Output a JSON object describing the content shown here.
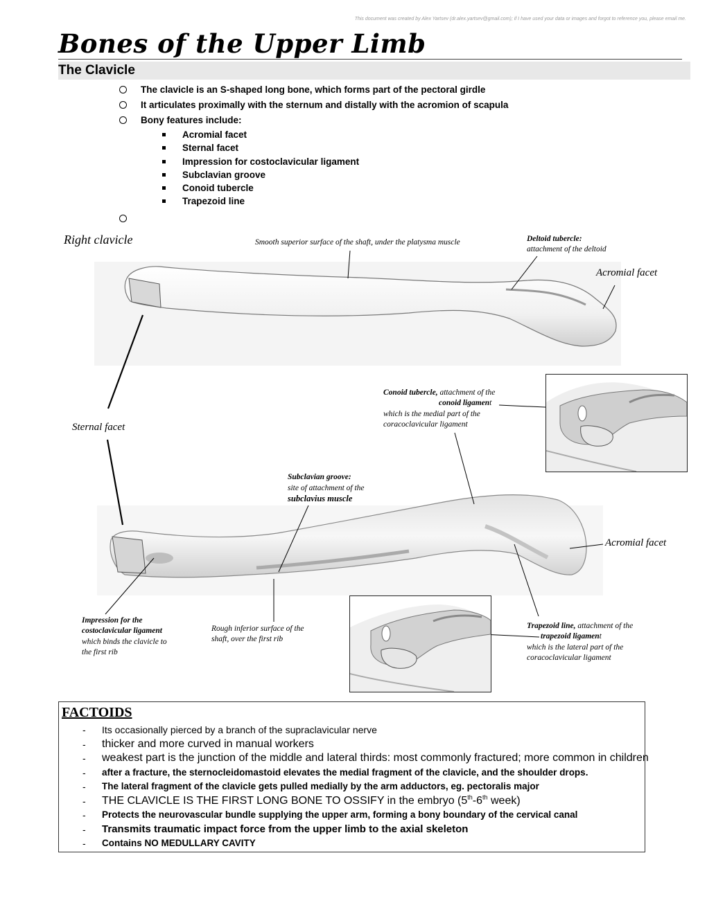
{
  "credit": {
    "prefix": "This document was created by Alex Yartsev (",
    "email": "dr.alex.yartsev@gmail.com",
    "suffix": "); if I have used your data or images and forgot to reference you, please email me."
  },
  "page_title": "Bones of the Upper Limb",
  "section_title": "The Clavicle",
  "bullets": [
    "The clavicle is an S-shaped long bone, which forms part of the pectoral girdle",
    "It articulates proximally with the sternum and distally with the acromion of scapula",
    "Bony features include:"
  ],
  "features": [
    "Acromial facet",
    "Sternal facet",
    "Impression for costoclavicular ligament",
    "Subclavian groove",
    "Conoid tubercle",
    "Trapezoid line"
  ],
  "figure": {
    "right_clavicle": "Right clavicle",
    "smooth_superior": "Smooth superior surface of the  shaft, under the platysma muscle",
    "deltoid_title": "Deltoid tubercle:",
    "deltoid_desc": "attachment of the deltoid",
    "acromial_facet_top": "Acromial facet",
    "sternal_facet": "Sternal facet",
    "conoid_title": "Conoid tubercle,",
    "conoid_line1_rest": " attachment of the",
    "conoid_ligament": "conoid ligamen",
    "conoid_ligament_t": "t",
    "conoid_line3": " which is the medial part of the",
    "conoid_line4": "coracoclavicular ligament",
    "subclavian_title": "Subclavian groove:",
    "subclavian_line2": " site of attachment of the",
    "subclavian_line3": "subclavius muscle",
    "acromial_facet_bottom": "Acromial facet",
    "impression_line1": "Impression for the",
    "impression_line2": "costoclavicular ligament",
    "impression_line3": "which binds the clavicle to",
    "impression_line4": "the first rib",
    "rough_line1": "Rough inferior surface of the",
    "rough_line2": "shaft, over the first rib",
    "trapezoid_title": "Trapezoid line,",
    "trapezoid_line1_rest": "  attachment of the",
    "trapezoid_ligament": "trapezoid ligamen",
    "trapezoid_ligament_t": "t",
    "trapezoid_line3": " which is the lateral part of the",
    "trapezoid_line4": "coracoclavicular ligament"
  },
  "factoids": {
    "title": "FACTOIDS",
    "items": [
      {
        "text": "Its occasionally pierced by a branch of the supraclavicular nerve",
        "style": "plain"
      },
      {
        "text": "thicker and more curved in manual workers",
        "style": "plain-lg"
      },
      {
        "text": "weakest part is the junction of the middle and lateral thirds: most commonly fractured; more common in children",
        "style": "plain-lg"
      },
      {
        "text": "after a fracture, the sternocleidomastoid elevates the medial fragment of the clavicle, and the shoulder drops.",
        "style": "bold"
      },
      {
        "text": "The lateral fragment of the clavicle gets pulled medially by the arm adductors, eg. pectoralis major",
        "style": "bold"
      },
      {
        "text": "THE CLAVICLE IS THE FIRST LONG BONE TO OSSIFY",
        "style": "caps"
      },
      {
        "text": "Protects the neurovascular bundle supplying the upper arm, forming a bony boundary of the cervical canal",
        "style": "bold"
      },
      {
        "text": "Transmits traumatic impact force from the upper limb to the axial skeleton",
        "style": "bold-lg"
      },
      {
        "text": "Contains  NO MEDULLARY CAVITY",
        "style": "bold"
      }
    ],
    "ossify_rest_prefix": " in the embryo (5",
    "ossify_sup1": "th",
    "ossify_mid": "-6",
    "ossify_sup2": "th",
    "ossify_suffix": " week)"
  }
}
